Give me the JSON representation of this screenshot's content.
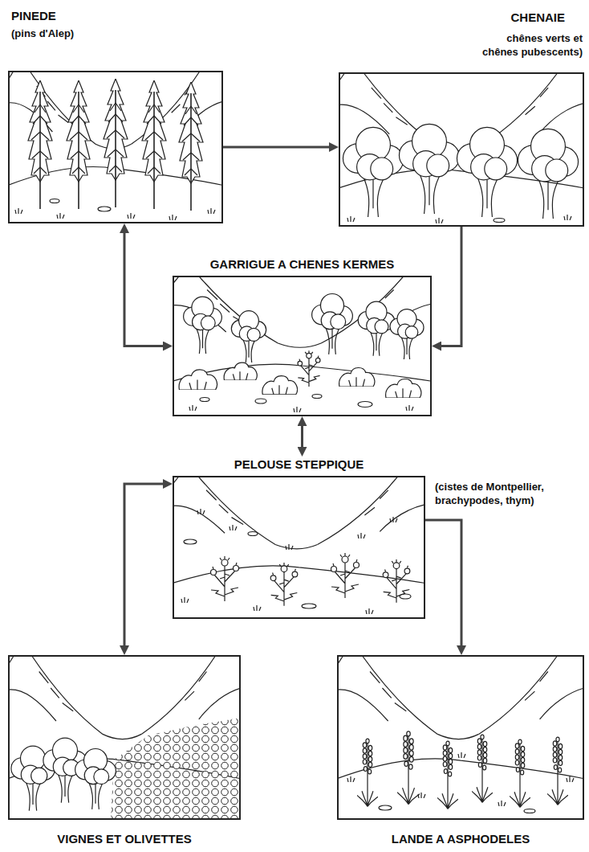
{
  "diagram": {
    "nodes": [
      {
        "text": [
          "PINEDE",
          "(pins d'Alep)"
        ]
      },
      {
        "text": [
          "CHENAIE",
          "chênes verts et chênes pubescents)"
        ]
      },
      {
        "text": [
          "GARRIGUE A CHENES KERMES"
        ]
      },
      {
        "text": [
          "PELOUSE STEPPIQUE",
          "(cistes de Montpellier, brachypodes, thym)"
        ]
      },
      {
        "text": [
          "VIGNES ET OLIVETTES"
        ]
      },
      {
        "text": [
          "LANDE A ASPHODELES"
        ]
      }
    ],
    "edges": [
      {
        "from": 0,
        "to": 1,
        "arrow": "to"
      },
      {
        "from": 0,
        "to": 2,
        "arrow": "both"
      },
      {
        "from": 1,
        "to": 2,
        "arrow": "to"
      },
      {
        "from": 2,
        "to": 3,
        "arrow": "both"
      },
      {
        "from": 3,
        "to": 4,
        "arrow": "both"
      },
      {
        "from": 3,
        "to": 5,
        "arrow": "to"
      }
    ]
  }
}
